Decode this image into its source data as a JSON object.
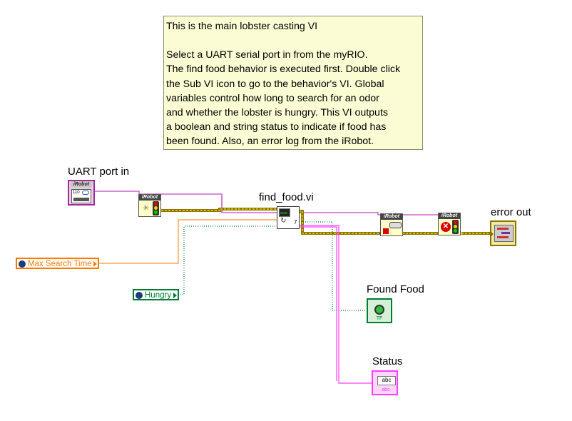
{
  "comment": {
    "title": "This is the main lobster casting VI",
    "lines": [
      "Select a UART serial port in from the myRIO.",
      "The find food behavior is executed first. Double click",
      "the Sub VI icon to go to the behavior's VI. Global",
      "variables control how long to search for an odor",
      "and whether the lobster is hungry. This VI outputs",
      "a boolean and string status to indicate if food has",
      "been found. Also, an error log from the iRobot."
    ]
  },
  "labels": {
    "uart": "UART port in",
    "find_food": "find_food.vi",
    "error_out": "error out",
    "found_food": "Found Food",
    "status": "Status"
  },
  "globals": {
    "max_search": "Max Search Time",
    "hungry": "Hungry"
  },
  "icons": {
    "irobot_brand": "iRobot",
    "uart_code": "110",
    "subvi_terminal": "7",
    "string_glyph": "abc",
    "bool_tf": "TF"
  },
  "colors": {
    "refnum_wire": "#cc66cc",
    "cluster_wire": "#8c7300",
    "cluster_wire_yellow": "#ffe600",
    "numeric_wire": "#ff7b00",
    "boolean_wire": "#007d32",
    "string_wire": "#ff3cff"
  }
}
